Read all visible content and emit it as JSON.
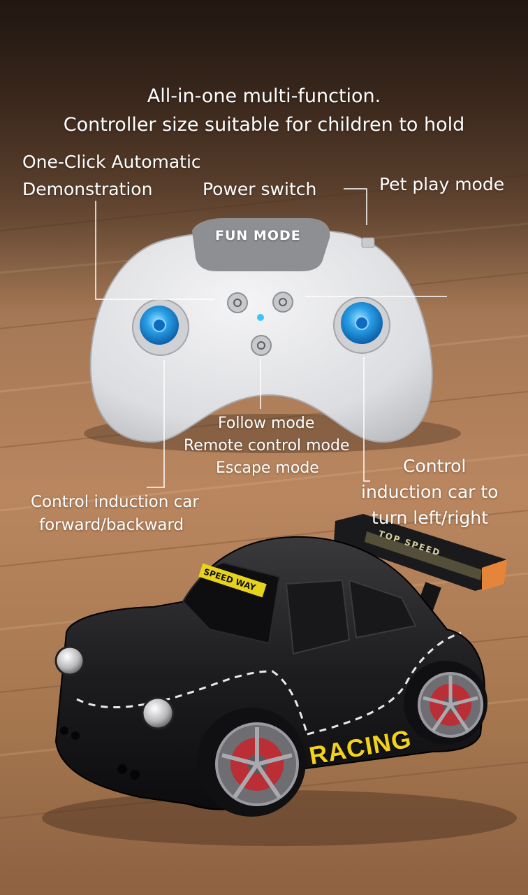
{
  "headline": {
    "line1": "All-in-one multi-function.",
    "line2": "Controller size suitable for children to hold"
  },
  "callouts": {
    "one_click_line1": "One-Click Automatic",
    "one_click_line2": "Demonstration",
    "power_switch": "Power switch",
    "pet_play": "Pet play mode",
    "center_line1": "Follow mode",
    "center_line2": "Remote control mode",
    "center_line3": "Escape mode",
    "left_stick_line1": "Control induction car",
    "left_stick_line2": "forward/backward",
    "right_stick_line1": "Control",
    "right_stick_line2": "induction car to",
    "right_stick_line3": "turn left/right"
  },
  "controller": {
    "badge": "FUN MODE"
  },
  "car": {
    "windshield_sticker": "SPEED WAY",
    "side_decal": "RACING",
    "spoiler_text": "TOP SPEED"
  }
}
